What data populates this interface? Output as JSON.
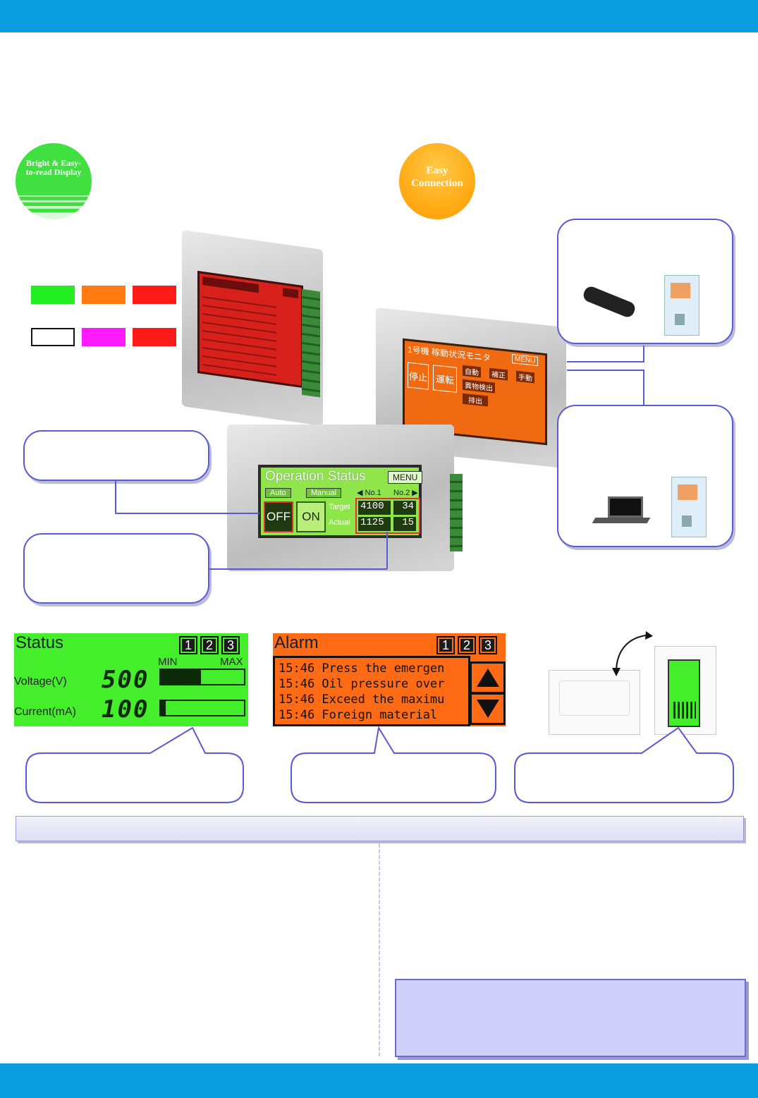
{
  "badges": {
    "display": "Bright & Easy-to-read Display",
    "connection": "Easy Connection"
  },
  "colors": {
    "header_bar": "#0a9ee0",
    "swatches_row1": [
      "#22ee22",
      "#ff7a10",
      "#ff1a1a"
    ],
    "swatches_row2": [
      "#ffffff",
      "#ff1aff",
      "#ff1a1a"
    ],
    "callout_border": "#5a5ad6"
  },
  "operation_screen": {
    "title": "Operation Status",
    "menu": "MENU",
    "tab_auto": "Auto",
    "tab_manual": "Manual",
    "nav_left": "◀ No.1",
    "nav_right": "No.2 ▶",
    "btn_off": "OFF",
    "btn_on": "ON",
    "target_label": "Target",
    "actual_label": "Actual",
    "target_value": "4100",
    "target_small": "34",
    "actual_value": "1125",
    "actual_small": "15"
  },
  "orange_device": {
    "title": "1号機 稼動状況モニタ",
    "menu": "MENU",
    "btn_stop": "停止",
    "btn_run": "運転",
    "auto": "自動",
    "manual": "補正",
    "hand": "手動",
    "foreign": "異物検出",
    "eject": "排出"
  },
  "status_panel": {
    "title": "Status",
    "pages": [
      "1",
      "2",
      "3"
    ],
    "min_label": "MIN",
    "max_label": "MAX",
    "rows": [
      {
        "label": "Voltage(V)",
        "value": "500",
        "level": 0.48
      },
      {
        "label": "Current(mA)",
        "value": "100",
        "level": 0.06
      }
    ]
  },
  "alarm_panel": {
    "title": "Alarm",
    "pages": [
      "1",
      "2",
      "3"
    ],
    "lines": [
      "15:46 Press the emergen",
      "15:46 Oil pressure over",
      "15:46 Exceed the maximu",
      "15:46 Foreign material"
    ]
  },
  "icons": {
    "up": "up-arrow-icon",
    "down": "down-arrow-icon",
    "usb": "usb-stick-icon",
    "laptop": "laptop-icon",
    "rotate": "rotate-arrow-icon"
  }
}
